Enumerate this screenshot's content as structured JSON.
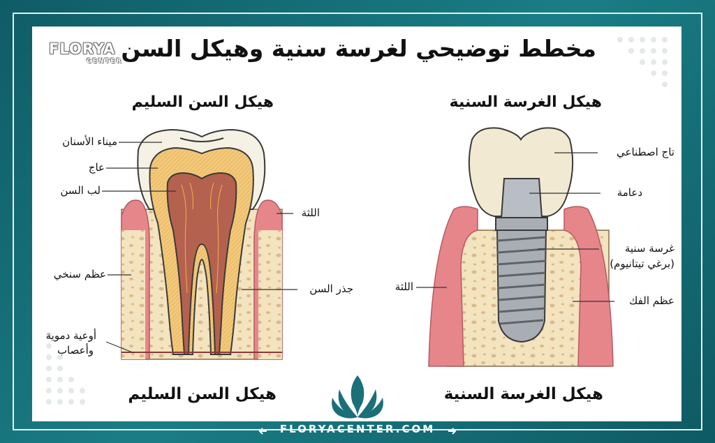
{
  "brand": {
    "name": "FLORYA",
    "sub": "CENTER"
  },
  "title": "مخطط توضيحي لغرسة سنية وهيكل السن",
  "left_panel": {
    "heading": "هيكل السن السليم",
    "footer_heading": "هيكل السن السليم",
    "labels": {
      "enamel": "ميناء الأسنان",
      "dentin": "عاج",
      "pulp": "لب السن",
      "gum": "اللثة",
      "spongy_bone": "عظم سنخي",
      "vessels_line1": "أوعية دموية",
      "vessels_line2": "وأعصاب",
      "root": "جذر السن"
    }
  },
  "right_panel": {
    "heading": "هيكل الغرسة السنية",
    "footer_heading": "هيكل الغرسة السنية",
    "labels": {
      "crown": "تاج اصطناعي",
      "abutment": "دعامة",
      "implant_line1": "غرسة سنية",
      "implant_line2": "(برغي تيتانيوم)",
      "gum": "اللثة",
      "jaw_bone": "عظم الفك"
    }
  },
  "website": "FLORYACENTER.COM",
  "colors": {
    "frame": "#1a7d86",
    "enamel": "#f5f1e4",
    "dentin": "#f2c97a",
    "pulp": "#b5614f",
    "gum": "#e7868a",
    "bone": "#f3e3bf",
    "implant": "#a9aeb4",
    "logo": "#1a6f78"
  },
  "icons": [
    "lotus-logo-icon",
    "arrow-left-icon",
    "arrow-right-icon"
  ]
}
